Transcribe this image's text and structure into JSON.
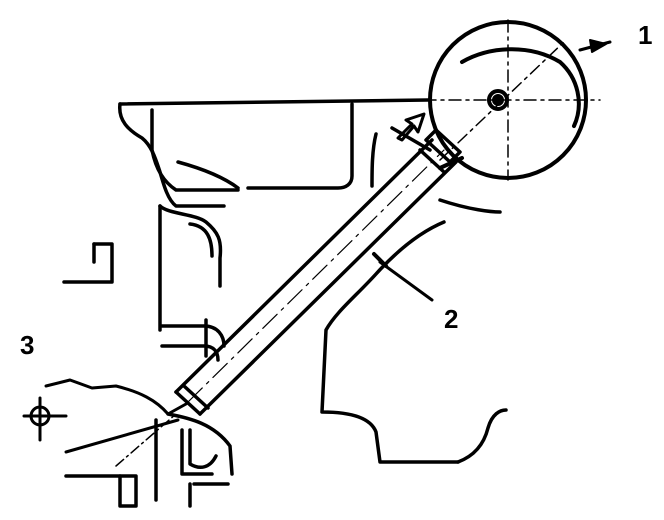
{
  "callouts": {
    "label_1": "1",
    "label_2": "2",
    "label_3": "3"
  },
  "colors": {
    "ink": "#000000",
    "paper": "#ffffff"
  },
  "icons": [
    "dial-indicator-icon",
    "direction-arrow-icon",
    "reference-point-icon"
  ]
}
